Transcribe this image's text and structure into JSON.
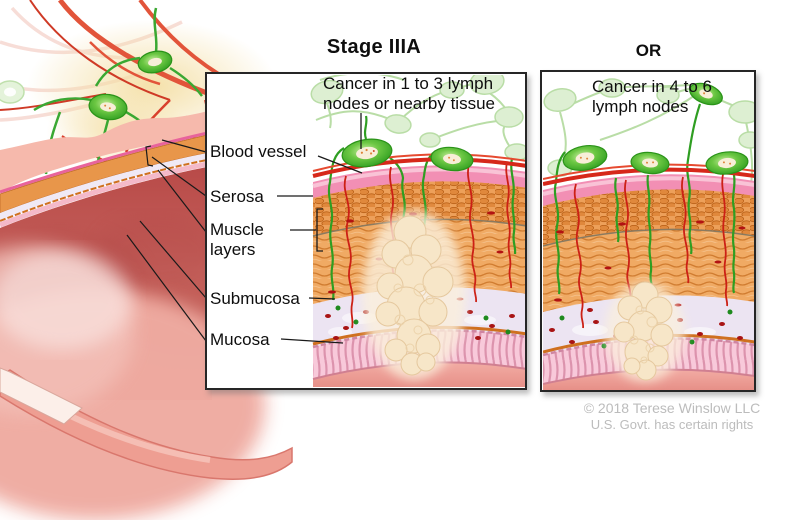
{
  "titles": {
    "stage": "Stage IIIA",
    "or": "OR"
  },
  "captions": {
    "stage3a_panel": "Cancer in 1 to 3 lymph\nnodes or nearby tissue",
    "or_panel": "Cancer in 4 to 6\nlymph nodes"
  },
  "wall_labels": {
    "blood_vessel": "Blood vessel",
    "serosa": "Serosa",
    "muscle_layers": "Muscle\nlayers",
    "submucosa": "Submucosa",
    "mucosa": "Mucosa"
  },
  "credit": {
    "line1": "© 2018 Terese Winslow LLC",
    "line2": "U.S. Govt. has certain rights"
  },
  "colors": {
    "lymph_node_green": "#2f9e20",
    "pale_lymph_green": "#ddefd2",
    "blood_vessel_red": "#d6281a",
    "serosa_pink": "#f28fb4",
    "muscle_orange": "#eda05a",
    "submucosa_lavender": "#ece4f2",
    "mucosa_pink": "#f8c9da",
    "tumor_cream": "#f7e6c8",
    "colon_pink": "#ee9e92",
    "credit_gray": "#bcbcbc"
  }
}
